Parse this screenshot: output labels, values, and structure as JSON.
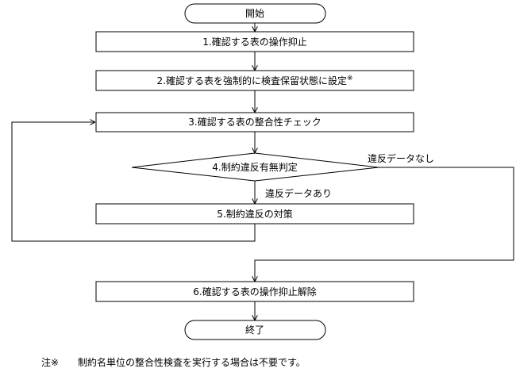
{
  "flowchart": {
    "start": "開始",
    "steps": [
      "1.確認する表の操作抑止",
      "2.確認する表を強制的に検査保留状態に設定",
      "3.確認する表の整合性チェック",
      "4.制約違反有無判定",
      "5.制約違反の対策",
      "6.確認する表の操作抑止解除"
    ],
    "step2_note_mark": "※",
    "branch_no_violation": "違反データなし",
    "branch_violation": "違反データあり",
    "end": "終了"
  },
  "note": {
    "mark": "注※",
    "text": "制約名単位の整合性検査を実行する場合は不要です。"
  },
  "colors": {
    "line": "#000000",
    "fill": "#ffffff"
  }
}
